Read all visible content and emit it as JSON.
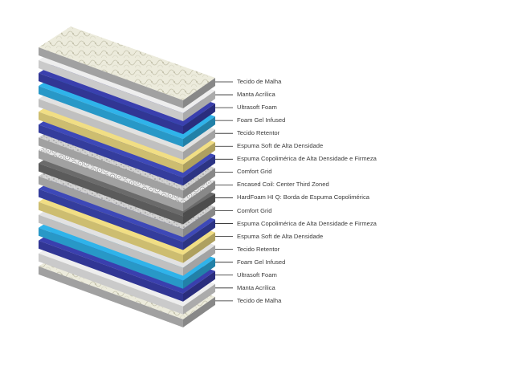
{
  "diagram": {
    "layers": [
      {
        "label": "Tecido de Malha",
        "kind": "quilt",
        "color": "#ecebdc"
      },
      {
        "label": "Manta Acrílica",
        "kind": "plain",
        "color": "#eeeeee"
      },
      {
        "label": "Ultrasoft Foam",
        "kind": "plain",
        "color": "#3a3fae"
      },
      {
        "label": "Foam Gel Infused",
        "kind": "plain",
        "color": "#2fb3ea"
      },
      {
        "label": "Tecido Retentor",
        "kind": "plain",
        "color": "#e2e2e2"
      },
      {
        "label": "Espuma Soft de Alta Densidade",
        "kind": "plain",
        "color": "#f1de84"
      },
      {
        "label": "Espuma Copolimérica de Alta Densidade e Firmeza",
        "kind": "plain",
        "color": "#3d48b8"
      },
      {
        "label": "Comfort Grid",
        "kind": "speckle",
        "color": "#c9c9c9"
      },
      {
        "label": "Encased Coil: Center Third Zoned",
        "kind": "coil",
        "color": "#d8d8d8"
      },
      {
        "label": "HardFoam HI Q: Borda de Espuma Copolimérica",
        "kind": "border",
        "color": "#6b6b6b"
      },
      {
        "label": "Comfort Grid",
        "kind": "speckle",
        "color": "#c9c9c9"
      },
      {
        "label": "Espuma Copolimérica de Alta Densidade e Firmeza",
        "kind": "plain",
        "color": "#3d48b8"
      },
      {
        "label": "Espuma Soft de Alta Densidade",
        "kind": "plain",
        "color": "#f1de84"
      },
      {
        "label": "Tecido Retentor",
        "kind": "plain",
        "color": "#e2e2e2"
      },
      {
        "label": "Foam Gel Infused",
        "kind": "plain",
        "color": "#2fb3ea"
      },
      {
        "label": "Ultrasoft Foam",
        "kind": "plain",
        "color": "#3a3fae"
      },
      {
        "label": "Manta Acrílica",
        "kind": "plain",
        "color": "#eeeeee"
      },
      {
        "label": "Tecido de Malha",
        "kind": "quilt",
        "color": "#ecebdc"
      }
    ]
  }
}
